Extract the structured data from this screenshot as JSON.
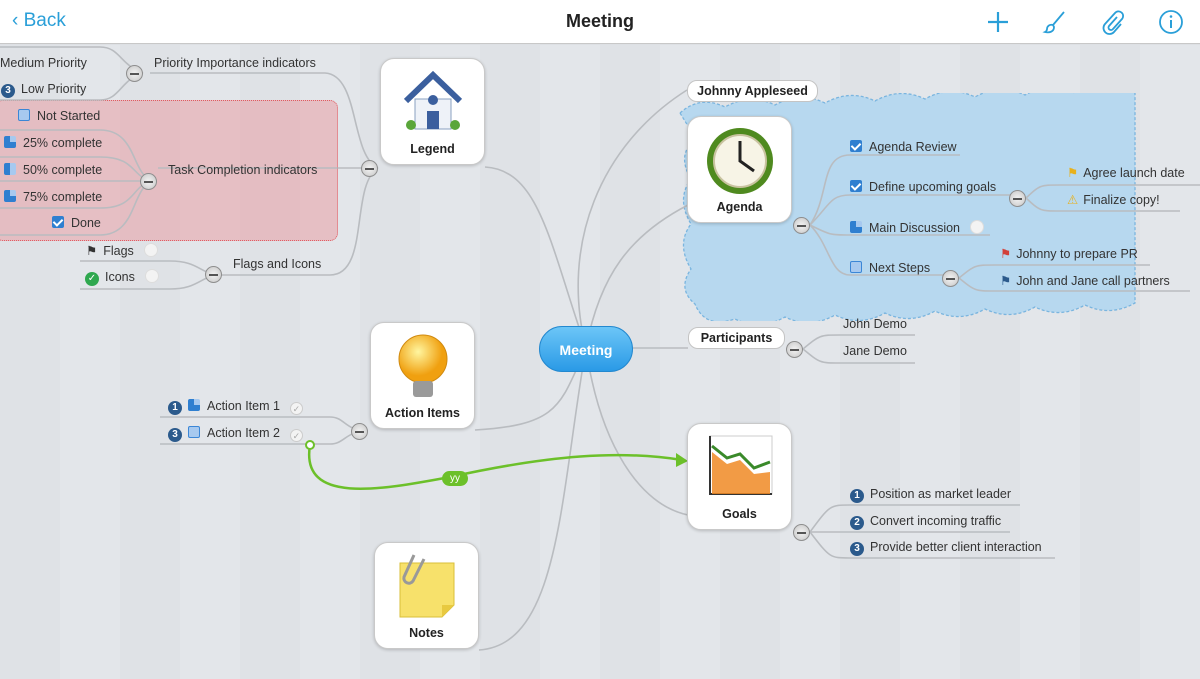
{
  "header": {
    "back_label": "Back",
    "title": "Meeting",
    "icons": [
      "plus-icon",
      "brush-icon",
      "paperclip-icon",
      "info-icon"
    ]
  },
  "center": {
    "label": "Meeting",
    "color": "#38a9ee"
  },
  "legend": {
    "label": "Legend",
    "priority": {
      "label": "Priority Importance indicators",
      "items": [
        "Medium Priority",
        "Low Priority"
      ],
      "low_badge": "3"
    },
    "task": {
      "label": "Task Completion indicators",
      "items": [
        "Not Started",
        "25% complete",
        "50% complete",
        "75% complete",
        "Done"
      ]
    },
    "flags": {
      "label": "Flags and Icons",
      "items": [
        "Flags",
        "Icons"
      ]
    }
  },
  "johnny": {
    "label": "Johnny Appleseed"
  },
  "agenda": {
    "label": "Agenda",
    "items": [
      "Agenda Review",
      "Define upcoming goals",
      "Main Discussion",
      "Next Steps"
    ],
    "goals_sub": [
      "Agree launch date",
      "Finalize copy!"
    ],
    "steps_sub": [
      "Johnny to prepare PR",
      "John and Jane call partners"
    ]
  },
  "participants": {
    "label": "Participants",
    "items": [
      "John Demo",
      "Jane Demo"
    ]
  },
  "action_items": {
    "label": "Action Items",
    "items": [
      {
        "badge": "1",
        "label": "Action Item 1"
      },
      {
        "badge": "3",
        "label": "Action Item 2"
      }
    ]
  },
  "link": {
    "label": "yy",
    "color": "#6cc02a"
  },
  "goals": {
    "label": "Goals",
    "items": [
      {
        "badge": "1",
        "label": "Position as market leader"
      },
      {
        "badge": "2",
        "label": "Convert incoming traffic"
      },
      {
        "badge": "3",
        "label": "Provide better client interaction"
      }
    ]
  },
  "notes": {
    "label": "Notes"
  }
}
